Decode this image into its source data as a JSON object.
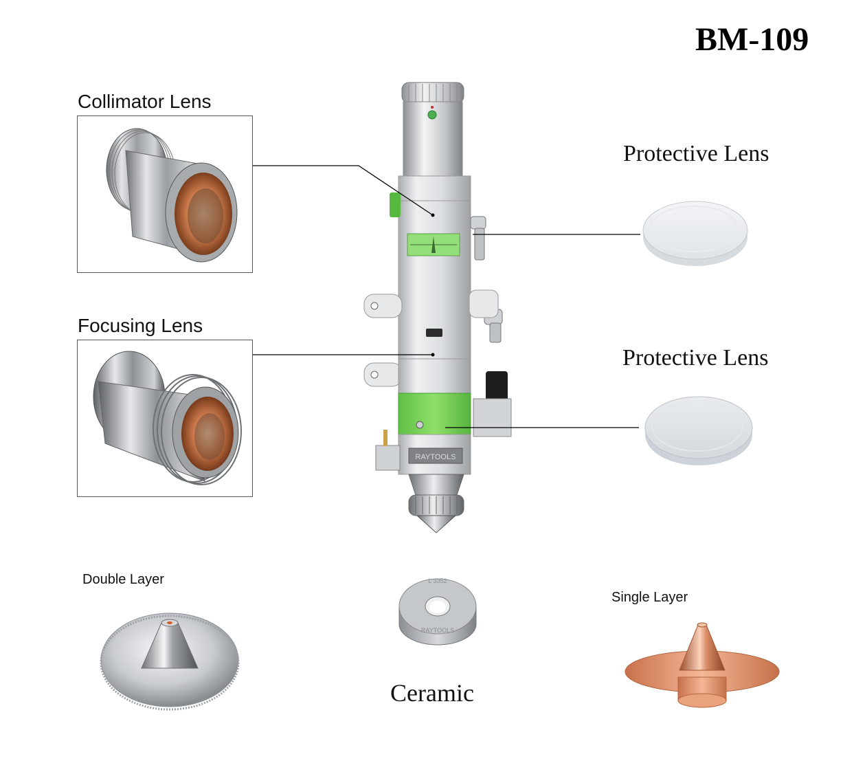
{
  "title": "BM-109",
  "labels": {
    "collimator": "Collimator Lens",
    "focusing": "Focusing Lens",
    "protective_top": "Protective Lens",
    "protective_bottom": "Protective Lens",
    "double_layer": "Double Layer",
    "ceramic": "Ceramic",
    "single_layer": "Single Layer"
  },
  "markings": {
    "brand": "RAYTOOLS",
    "ceramic_code": "L 3352"
  },
  "colors": {
    "accent_green": "#7ed957",
    "steel": "#b9bcbf",
    "copper": "#d9825a",
    "leader_line": "#000000"
  }
}
